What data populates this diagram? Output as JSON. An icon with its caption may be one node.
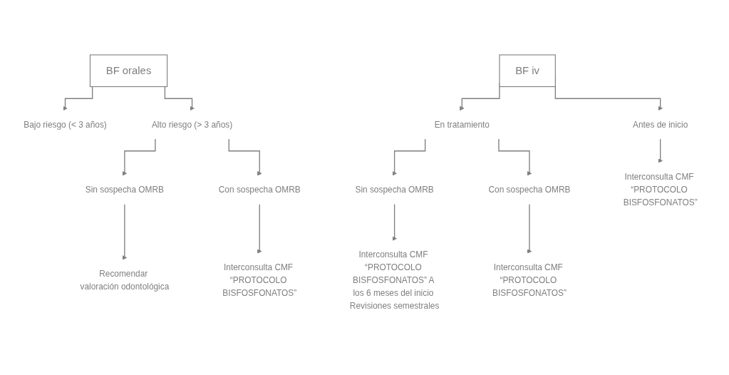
{
  "diagram": {
    "nodes": [
      {
        "text": [
          "BF orales"
        ]
      },
      {
        "text": [
          "Bajo riesgo (< 3 años)"
        ]
      },
      {
        "text": [
          "Alto riesgo (> 3 años)"
        ]
      },
      {
        "text": [
          "Sin sospecha OMRB"
        ]
      },
      {
        "text": [
          "Con sospecha OMRB"
        ]
      },
      {
        "text": [
          "Recomendar valoración odontológica"
        ]
      },
      {
        "text": [
          "Interconsulta CMF “PROTOCOLO BISFOSFONATOS”"
        ]
      },
      {
        "text": [
          "BF iv"
        ]
      },
      {
        "text": [
          "Antes de inicio"
        ]
      },
      {
        "text": [
          "En tratamiento"
        ]
      },
      {
        "text": [
          "Sin sospecha OMRB"
        ]
      },
      {
        "text": [
          "Con sospecha OMRB"
        ]
      },
      {
        "text": [
          "Interconsulta CMF “PROTOCOLO BISFOSFONATOS”"
        ]
      },
      {
        "text": [
          "Interconsulta CMF “PROTOCOLO BISFOSFONATOS” A los 6 meses del inicio Revisiones semestrales"
        ]
      },
      {
        "text": [
          "Interconsulta CMF “PROTOCOLO BISFOSFONATOS”"
        ]
      }
    ],
    "edges": [
      {
        "from": 0,
        "to": 1,
        "arrow": "to"
      },
      {
        "from": 0,
        "to": 2,
        "arrow": "to"
      },
      {
        "from": 2,
        "to": 3,
        "arrow": "to"
      },
      {
        "from": 2,
        "to": 4,
        "arrow": "to"
      },
      {
        "from": 3,
        "to": 5,
        "arrow": "to"
      },
      {
        "from": 4,
        "to": 6,
        "arrow": "to"
      },
      {
        "from": 7,
        "to": 8,
        "arrow": "to"
      },
      {
        "from": 7,
        "to": 9,
        "arrow": "to"
      },
      {
        "from": 9,
        "to": 10,
        "arrow": "to"
      },
      {
        "from": 9,
        "to": 11,
        "arrow": "to"
      },
      {
        "from": 8,
        "to": 12,
        "arrow": "to"
      },
      {
        "from": 10,
        "to": 13,
        "arrow": "to"
      },
      {
        "from": 11,
        "to": 14,
        "arrow": "to"
      }
    ]
  }
}
